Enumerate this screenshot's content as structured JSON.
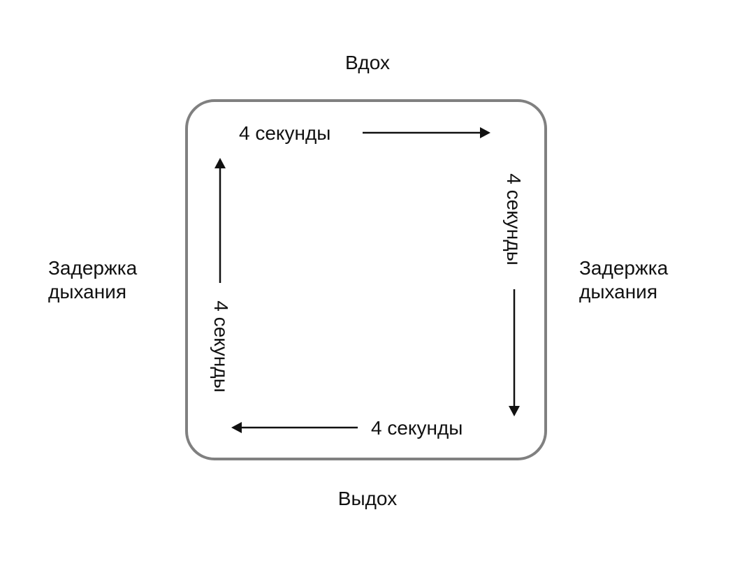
{
  "labels": {
    "top": "Вдох",
    "bottom": "Выдох",
    "left_line1": "Задержка",
    "left_line2": "дыхания",
    "right_line1": "Задержка",
    "right_line2": "дыхания"
  },
  "segments": {
    "top": "4 секунды",
    "right": "4 секунды",
    "bottom": "4 секунды",
    "left": "4 секунды"
  },
  "colors": {
    "box_border": "#808080",
    "text": "#111111",
    "arrows": "#111111"
  }
}
